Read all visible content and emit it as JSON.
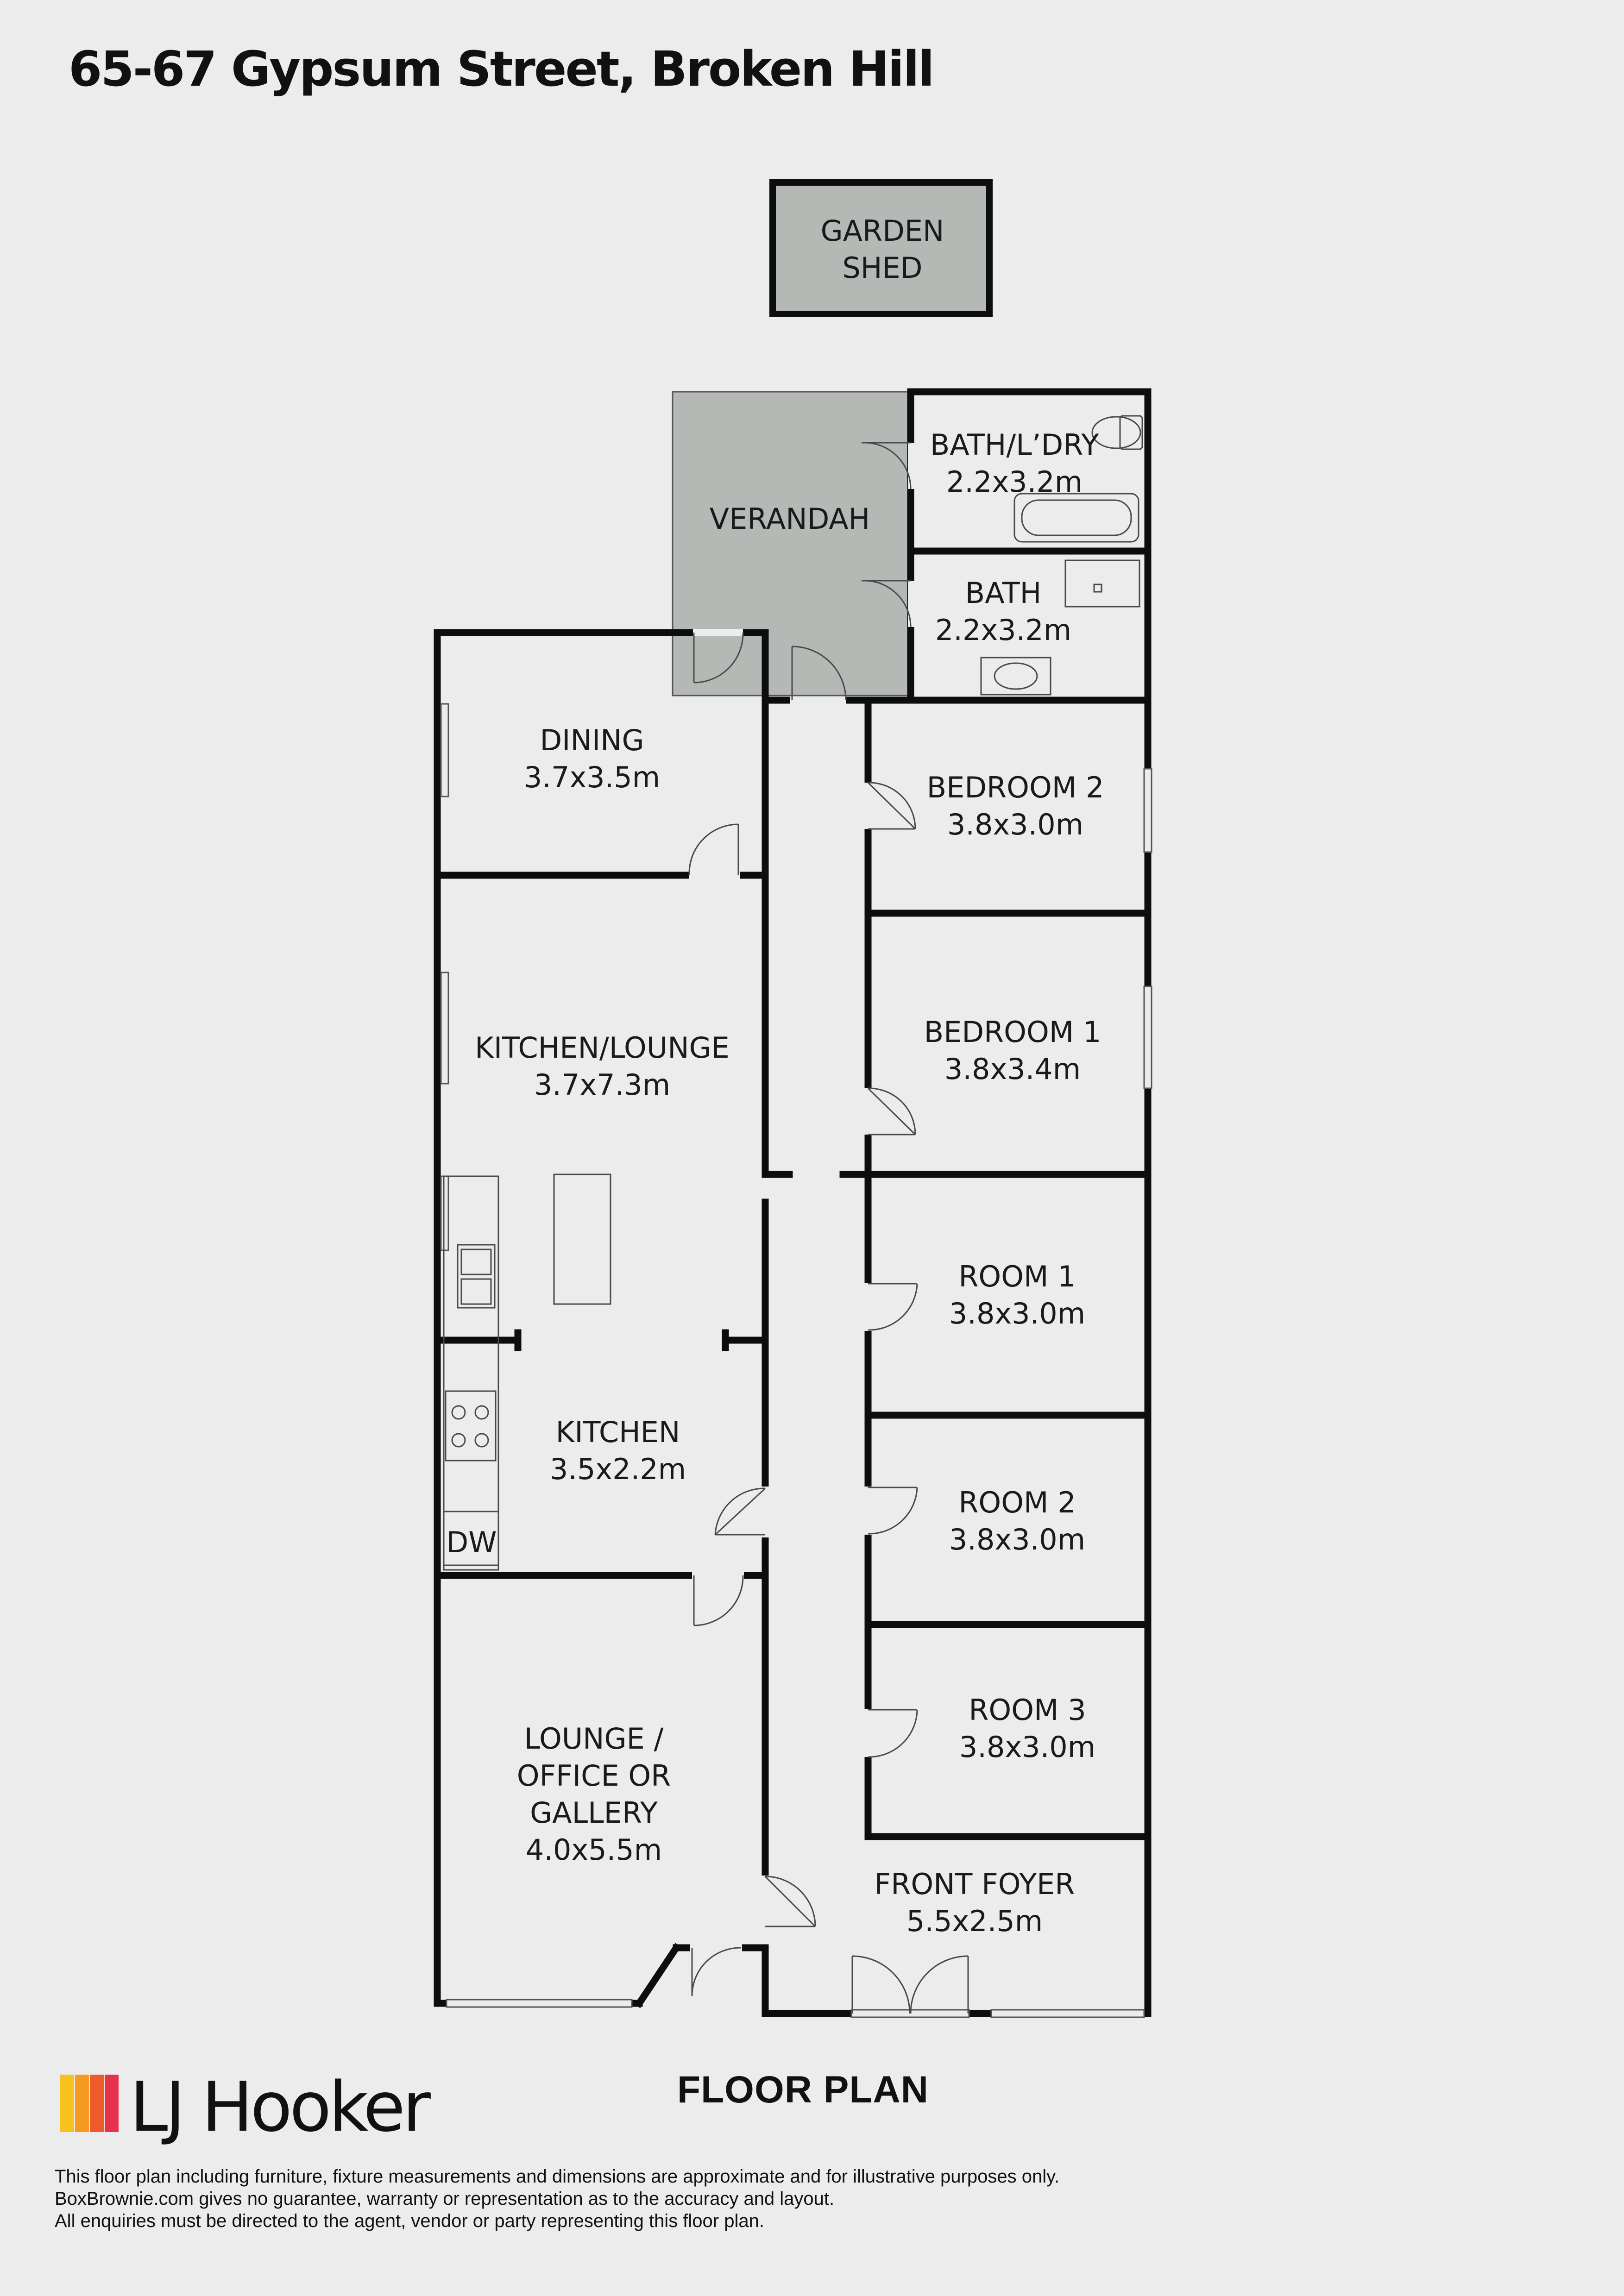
{
  "title": "65-67 Gypsum Street, Broken Hill",
  "plan_label": "FLOOR PLAN",
  "brand": {
    "name": "LJ Hooker",
    "colors": [
      "#f7c21b",
      "#f59a1f",
      "#ef5a2c",
      "#e7304a"
    ]
  },
  "colors": {
    "background": "#ececec",
    "room_fill": "#ececec",
    "outdoor_fill": "#b5b9b5",
    "wall": "#0d0d0d"
  },
  "rooms": {
    "garden_shed": {
      "name_line1": "GARDEN",
      "name_line2": "SHED"
    },
    "verandah": {
      "name": "VERANDAH"
    },
    "bath_laundry": {
      "name": "BATH/L’DRY",
      "size": "2.2x3.2m"
    },
    "bath": {
      "name": "BATH",
      "size": "2.2x3.2m"
    },
    "dining": {
      "name": "DINING",
      "size": "3.7x3.5m"
    },
    "kitchen_lounge": {
      "name": "KITCHEN/LOUNGE",
      "size": "3.7x7.3m"
    },
    "kitchen": {
      "name": "KITCHEN",
      "size": "3.5x2.2m"
    },
    "dishwasher": {
      "name": "DW"
    },
    "lounge": {
      "name_line1": "LOUNGE /",
      "name_line2": "OFFICE OR",
      "name_line3": "GALLERY",
      "size": "4.0x5.5m"
    },
    "bedroom_2": {
      "name": "BEDROOM 2",
      "size": "3.8x3.0m"
    },
    "bedroom_1": {
      "name": "BEDROOM 1",
      "size": "3.8x3.4m"
    },
    "room_1": {
      "name": "ROOM 1",
      "size": "3.8x3.0m"
    },
    "room_2": {
      "name": "ROOM 2",
      "size": "3.8x3.0m"
    },
    "room_3": {
      "name": "ROOM 3",
      "size": "3.8x3.0m"
    },
    "front_foyer": {
      "name": "FRONT FOYER",
      "size": "5.5x2.5m"
    }
  },
  "disclaimer": [
    "This floor plan including furniture, fixture measurements and dimensions are approximate and for illustrative purposes only.",
    "BoxBrownie.com gives no guarantee, warranty or representation as to the accuracy and layout.",
    "All enquiries must be directed to the agent, vendor or party representing this floor plan."
  ]
}
